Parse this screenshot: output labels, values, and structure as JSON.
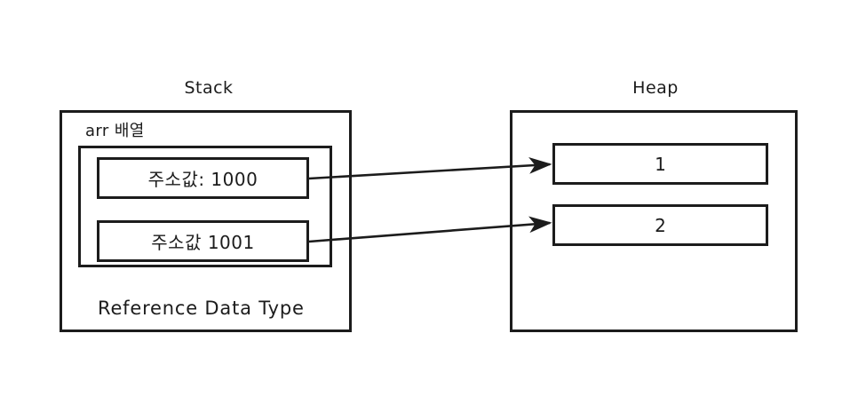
{
  "diagram": {
    "title_stack": "Stack",
    "title_heap": "Heap",
    "stack": {
      "array_label": "arr 배열",
      "bottom_caption": "Reference Data Type",
      "slots": [
        {
          "text": "주소값: 1000"
        },
        {
          "text": "주소값 1001"
        }
      ]
    },
    "heap": {
      "cells": [
        {
          "value": "1"
        },
        {
          "value": "2"
        }
      ]
    },
    "arrows": [
      {
        "from": "주소값: 1000",
        "to": "1"
      },
      {
        "from": "주소값 1001",
        "to": "2"
      }
    ],
    "colors": {
      "stroke": "#1c1c1c",
      "background": "#ffffff"
    }
  }
}
